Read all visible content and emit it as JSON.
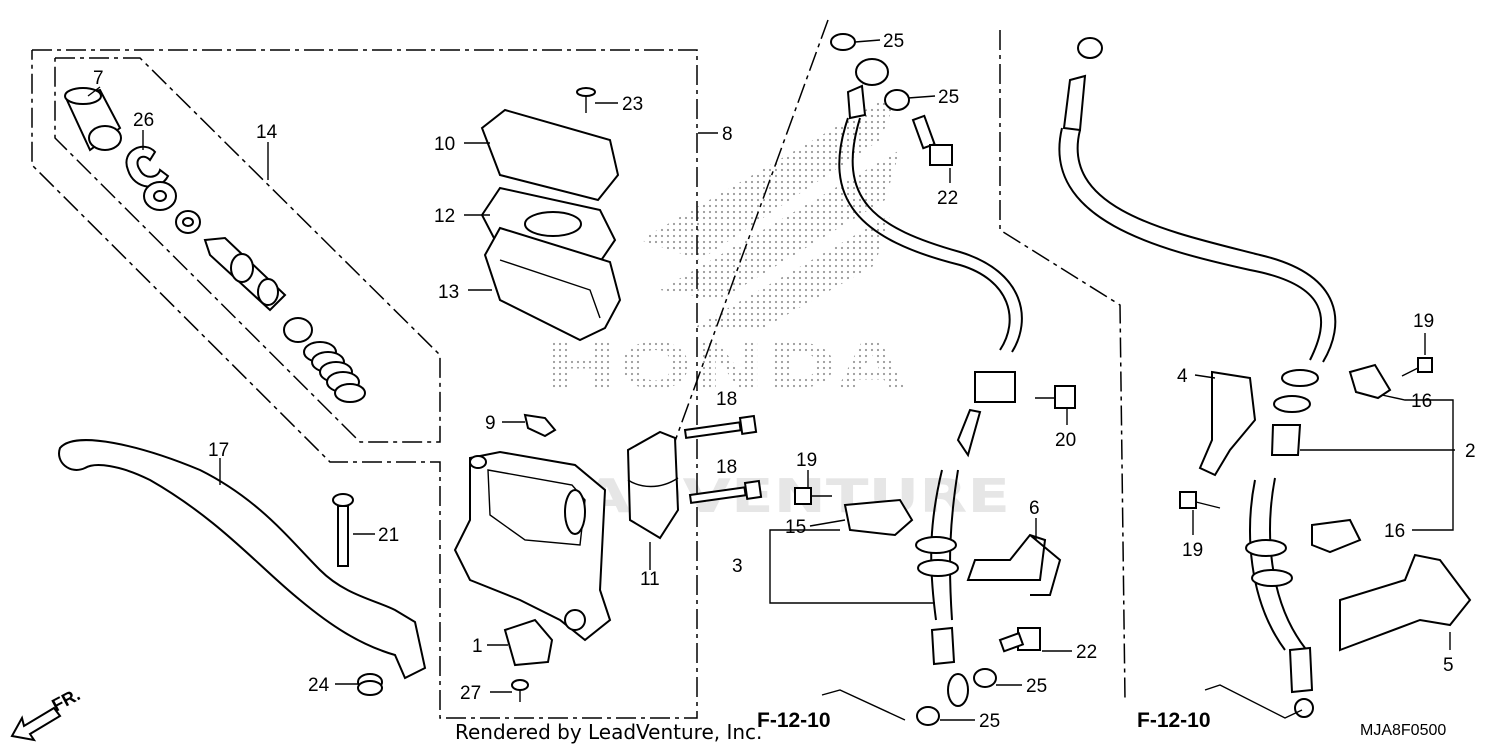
{
  "labels": {
    "l1": "1",
    "l2": "2",
    "l3": "3",
    "l4": "4",
    "l5": "5",
    "l6": "6",
    "l7": "7",
    "l8": "8",
    "l9": "9",
    "l10": "10",
    "l11": "11",
    "l12": "12",
    "l13": "13",
    "l14": "14",
    "l15": "15",
    "l16a": "16",
    "l16b": "16",
    "l17": "17",
    "l18a": "18",
    "l18b": "18",
    "l19a": "19",
    "l19b": "19",
    "l19c": "19",
    "l20": "20",
    "l21": "21",
    "l22a": "22",
    "l22b": "22",
    "l23": "23",
    "l24": "24",
    "l25a": "25",
    "l25b": "25",
    "l25c": "25",
    "l25d": "25",
    "l26": "26",
    "l27": "27"
  },
  "references": {
    "left": "F-12-10",
    "right": "F-12-10"
  },
  "direction_marker": "FR.",
  "watermark": {
    "brand": "HONDA",
    "overlay": "LEADVENTURE"
  },
  "footer": {
    "credit": "Rendered by LeadVenture, Inc.",
    "diagram_code": "MJA8F0500"
  }
}
